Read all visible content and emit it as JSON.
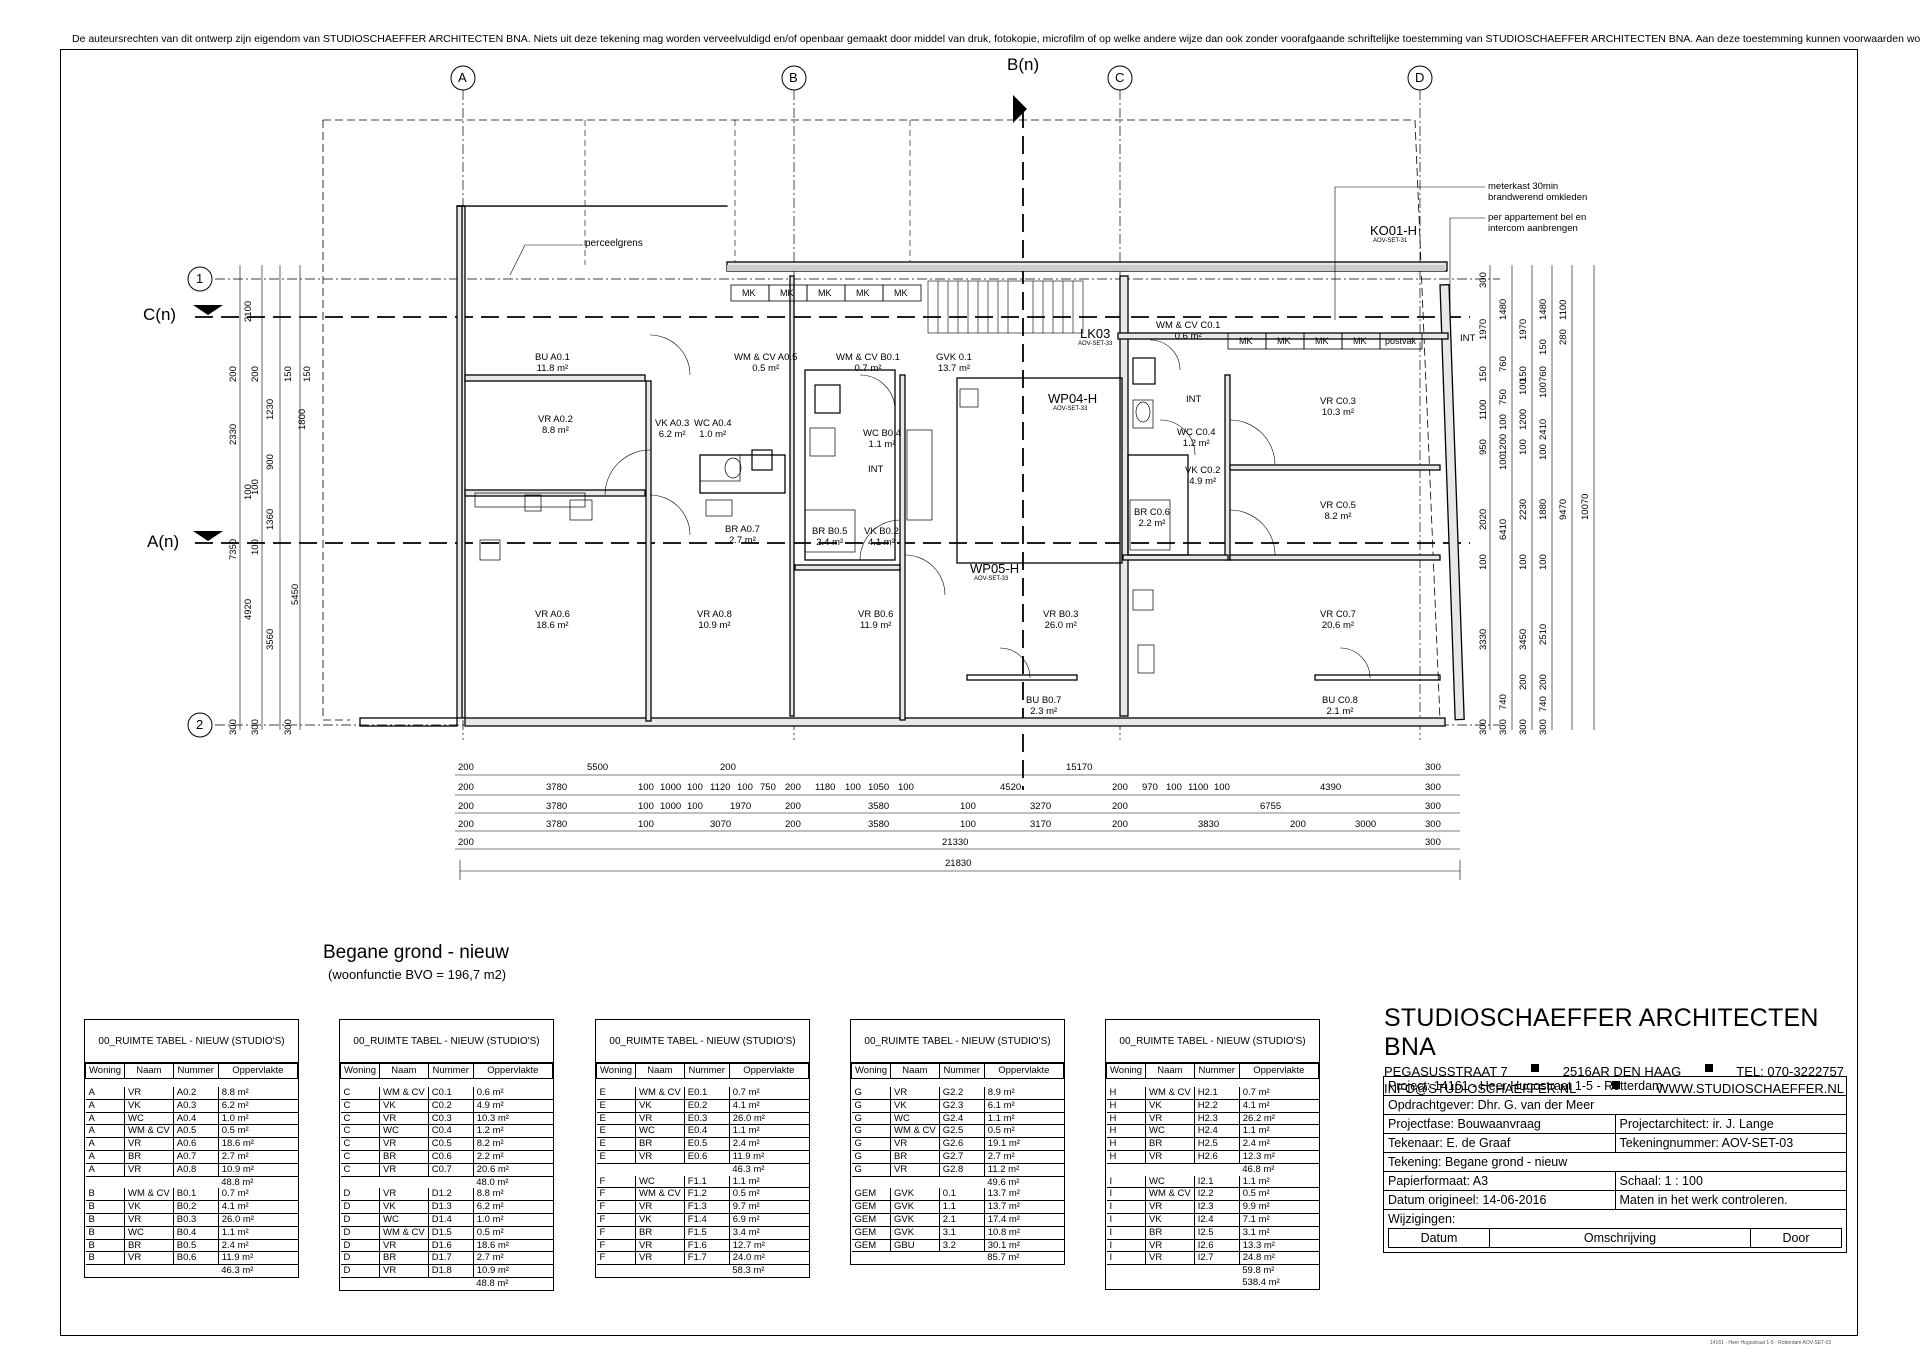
{
  "copyright": "De auteursrechten van dit ontwerp zijn eigendom van STUDIOSCHAEFFER ARCHITECTEN BNA. Niets uit deze tekening mag worden verveelvuldigd en/of openbaar gemaakt door middel van druk, fotokopie, microfilm of op welke andere wijze dan ook zonder voorafgaande schriftelijke toestemming van STUDIOSCHAEFFER ARCHITECTEN BNA. Aan deze toestemming kunnen voorwaarden worden verbonden.",
  "grid_axes": {
    "a": "A",
    "b": "B",
    "c": "C",
    "d": "D",
    "one": "1",
    "two": "2"
  },
  "section_marks": {
    "bn": "B(n)",
    "cn": "C(n)",
    "an": "A(n)"
  },
  "annotations": {
    "perceelgrens": "perceelgrens",
    "meterkast1": "meterkast 30min",
    "meterkast2": "brandwerend omkleden",
    "bel1": "per appartement bel en",
    "bel2": "intercom aanbrengen",
    "int": "INT",
    "mk": "MK",
    "postvak": "postvak"
  },
  "details": [
    {
      "id": "KO01-H",
      "ref": "AOV-SET-31"
    },
    {
      "id": "LK03",
      "ref": "AOV-SET-33"
    },
    {
      "id": "WP04-H",
      "ref": "AOV-SET-33"
    },
    {
      "id": "WP05-H",
      "ref": "AOV-SET-33"
    }
  ],
  "rooms": [
    {
      "name": "BU A0.1",
      "area": "11.8 m²"
    },
    {
      "name": "VR A0.2",
      "area": "8.8 m²"
    },
    {
      "name": "VK A0.3",
      "area": "6.2 m²"
    },
    {
      "name": "WC A0.4",
      "area": "1.0 m²"
    },
    {
      "name": "WM & CV A0.5",
      "area": "0.5 m²"
    },
    {
      "name": "BR A0.7",
      "area": "2.7 m²"
    },
    {
      "name": "VR A0.6",
      "area": "18.6 m²"
    },
    {
      "name": "VR A0.8",
      "area": "10.9 m²"
    },
    {
      "name": "WM & CV B0.1",
      "area": "0.7 m²"
    },
    {
      "name": "GVK 0.1",
      "area": "13.7 m²"
    },
    {
      "name": "WC B0.4",
      "area": "1.1 m²"
    },
    {
      "name": "BR B0.5",
      "area": "2.4 m²"
    },
    {
      "name": "VK B0.2",
      "area": "4.1 m²"
    },
    {
      "name": "VR B0.6",
      "area": "11.9 m²"
    },
    {
      "name": "VR B0.3",
      "area": "26.0 m²"
    },
    {
      "name": "BU B0.7",
      "area": "2.3 m²"
    },
    {
      "name": "WM & CV C0.1",
      "area": "0.6 m²"
    },
    {
      "name": "VR C0.3",
      "area": "10.3 m²"
    },
    {
      "name": "WC C0.4",
      "area": "1.2 m²"
    },
    {
      "name": "VK C0.2",
      "area": "4.9 m²"
    },
    {
      "name": "VR C0.5",
      "area": "8.2 m²"
    },
    {
      "name": "BR C0.6",
      "area": "2.2 m²"
    },
    {
      "name": "VR C0.7",
      "area": "20.6 m²"
    },
    {
      "name": "BU C0.8",
      "area": "2.1 m²"
    }
  ],
  "dimensions": {
    "row1": [
      "200",
      "5500",
      "200",
      "15170",
      "300"
    ],
    "row2": [
      "200",
      "3780",
      "100",
      "1000",
      "100",
      "1120",
      "100",
      "750",
      "200",
      "1180",
      "100",
      "1050",
      "100",
      "4520",
      "200",
      "970",
      "100",
      "1100",
      "100",
      "4390",
      "300"
    ],
    "row3": [
      "200",
      "3780",
      "100",
      "1000",
      "100",
      "1970",
      "200",
      "3580",
      "100",
      "3270",
      "200",
      "6755",
      "300"
    ],
    "row4": [
      "200",
      "3780",
      "100",
      "3070",
      "200",
      "3580",
      "100",
      "3170",
      "200",
      "3830",
      "200",
      "3000",
      "300"
    ],
    "row5": [
      "200",
      "21330",
      "300"
    ],
    "row6": [
      "21830"
    ],
    "left_col1": [
      "2100",
      "200",
      "2330",
      "100",
      "7350",
      "4920",
      "300"
    ],
    "left_col2": [
      "200",
      "1230",
      "900",
      "100",
      "1360",
      "100",
      "3560",
      "300"
    ],
    "left_col3": [
      "150",
      "1800",
      "5450",
      "300"
    ],
    "left_col4": [
      "150"
    ],
    "right_col1": [
      "300",
      "1970",
      "150",
      "1100",
      "950",
      "2020",
      "100",
      "3330",
      "300"
    ],
    "right_col2": [
      "1480",
      "760",
      "750",
      "100",
      "1200",
      "100",
      "6410",
      "740",
      "300"
    ],
    "right_col3": [
      "1970",
      "150",
      "100",
      "1200",
      "100",
      "2230",
      "100",
      "3450",
      "200",
      "300"
    ],
    "right_col4": [
      "1480",
      "150",
      "760",
      "100",
      "2410",
      "100",
      "1880",
      "100",
      "2510",
      "200",
      "740",
      "300"
    ],
    "right_col5": [
      "1100",
      "280",
      "9470"
    ],
    "right_col6": [
      "10070"
    ]
  },
  "sheet": {
    "title": "Begane grond - nieuw",
    "subtitle": "(woonfunctie BVO = 196,7 m2)"
  },
  "room_tables": [
    {
      "title": "00_RUIMTE TABEL - NIEUW (STUDIO'S)",
      "headers": [
        "Woning",
        "Naam",
        "Nummer",
        "Oppervlakte"
      ],
      "groups": [
        {
          "rows": [
            [
              "A",
              "VR",
              "A0.2",
              "8.8 m²"
            ],
            [
              "A",
              "VK",
              "A0.3",
              "6.2 m²"
            ],
            [
              "A",
              "WC",
              "A0.4",
              "1.0 m²"
            ],
            [
              "A",
              "WM & CV",
              "A0.5",
              "0.5 m²"
            ],
            [
              "A",
              "VR",
              "A0.6",
              "18.6 m²"
            ],
            [
              "A",
              "BR",
              "A0.7",
              "2.7 m²"
            ],
            [
              "A",
              "VR",
              "A0.8",
              "10.9 m²"
            ]
          ],
          "total": "48.8 m²"
        },
        {
          "rows": [
            [
              "B",
              "WM & CV",
              "B0.1",
              "0.7 m²"
            ],
            [
              "B",
              "VK",
              "B0.2",
              "4.1 m²"
            ],
            [
              "B",
              "VR",
              "B0.3",
              "26.0 m²"
            ],
            [
              "B",
              "WC",
              "B0.4",
              "1.1 m²"
            ],
            [
              "B",
              "BR",
              "B0.5",
              "2.4 m²"
            ],
            [
              "B",
              "VR",
              "B0.6",
              "11.9 m²"
            ]
          ],
          "total": "46.3 m²"
        }
      ]
    },
    {
      "title": "00_RUIMTE TABEL - NIEUW (STUDIO'S)",
      "headers": [
        "Woning",
        "Naam",
        "Nummer",
        "Oppervlakte"
      ],
      "groups": [
        {
          "rows": [
            [
              "C",
              "WM & CV",
              "C0.1",
              "0.6 m²"
            ],
            [
              "C",
              "VK",
              "C0.2",
              "4.9 m²"
            ],
            [
              "C",
              "VR",
              "C0.3",
              "10.3 m²"
            ],
            [
              "C",
              "WC",
              "C0.4",
              "1.2 m²"
            ],
            [
              "C",
              "VR",
              "C0.5",
              "8.2 m²"
            ],
            [
              "C",
              "BR",
              "C0.6",
              "2.2 m²"
            ],
            [
              "C",
              "VR",
              "C0.7",
              "20.6 m²"
            ]
          ],
          "total": "48.0 m²"
        },
        {
          "rows": [
            [
              "D",
              "VR",
              "D1.2",
              "8.8 m²"
            ],
            [
              "D",
              "VK",
              "D1.3",
              "6.2 m²"
            ],
            [
              "D",
              "WC",
              "D1.4",
              "1.0 m²"
            ],
            [
              "D",
              "WM & CV",
              "D1.5",
              "0.5 m²"
            ],
            [
              "D",
              "VR",
              "D1.6",
              "18.6 m²"
            ],
            [
              "D",
              "BR",
              "D1.7",
              "2.7 m²"
            ],
            [
              "D",
              "VR",
              "D1.8",
              "10.9 m²"
            ]
          ],
          "total": "48.8 m²"
        }
      ]
    },
    {
      "title": "00_RUIMTE TABEL - NIEUW (STUDIO'S)",
      "headers": [
        "Woning",
        "Naam",
        "Nummer",
        "Oppervlakte"
      ],
      "groups": [
        {
          "rows": [
            [
              "E",
              "WM & CV",
              "E0.1",
              "0.7 m²"
            ],
            [
              "E",
              "VK",
              "E0.2",
              "4.1 m²"
            ],
            [
              "E",
              "VR",
              "E0.3",
              "26.0 m²"
            ],
            [
              "E",
              "WC",
              "E0.4",
              "1.1 m²"
            ],
            [
              "E",
              "BR",
              "E0.5",
              "2.4 m²"
            ],
            [
              "E",
              "VR",
              "E0.6",
              "11.9 m²"
            ]
          ],
          "total": "46.3 m²"
        },
        {
          "rows": [
            [
              "F",
              "WC",
              "F1.1",
              "1.1 m²"
            ],
            [
              "F",
              "WM & CV",
              "F1.2",
              "0.5 m²"
            ],
            [
              "F",
              "VR",
              "F1.3",
              "9.7 m²"
            ],
            [
              "F",
              "VK",
              "F1.4",
              "6.9 m²"
            ],
            [
              "F",
              "BR",
              "F1.5",
              "3.4 m²"
            ],
            [
              "F",
              "VR",
              "F1.6",
              "12.7 m²"
            ],
            [
              "F",
              "VR",
              "F1.7",
              "24.0 m²"
            ]
          ],
          "total": "58.3 m²"
        }
      ]
    },
    {
      "title": "00_RUIMTE TABEL - NIEUW (STUDIO'S)",
      "headers": [
        "Woning",
        "Naam",
        "Nummer",
        "Oppervlakte"
      ],
      "groups": [
        {
          "rows": [
            [
              "G",
              "VR",
              "G2.2",
              "8.9 m²"
            ],
            [
              "G",
              "VK",
              "G2.3",
              "6.1 m²"
            ],
            [
              "G",
              "WC",
              "G2.4",
              "1.1 m²"
            ],
            [
              "G",
              "WM & CV",
              "G2.5",
              "0.5 m²"
            ],
            [
              "G",
              "VR",
              "G2.6",
              "19.1 m²"
            ],
            [
              "G",
              "BR",
              "G2.7",
              "2.7 m²"
            ],
            [
              "G",
              "VR",
              "G2.8",
              "11.2 m²"
            ]
          ],
          "total": "49.6 m²"
        },
        {
          "rows": [
            [
              "GEM",
              "GVK",
              "0.1",
              "13.7 m²"
            ],
            [
              "GEM",
              "GVK",
              "1.1",
              "13.7 m²"
            ],
            [
              "GEM",
              "GVK",
              "2.1",
              "17.4 m²"
            ],
            [
              "GEM",
              "GVK",
              "3.1",
              "10.8 m²"
            ],
            [
              "GEM",
              "GBU",
              "3.2",
              "30.1 m²"
            ]
          ],
          "total": "85.7 m²"
        }
      ]
    },
    {
      "title": "00_RUIMTE TABEL - NIEUW (STUDIO'S)",
      "headers": [
        "Woning",
        "Naam",
        "Nummer",
        "Oppervlakte"
      ],
      "groups": [
        {
          "rows": [
            [
              "H",
              "WM & CV",
              "H2.1",
              "0.7 m²"
            ],
            [
              "H",
              "VK",
              "H2.2",
              "4.1 m²"
            ],
            [
              "H",
              "VR",
              "H2.3",
              "26.2 m²"
            ],
            [
              "H",
              "WC",
              "H2.4",
              "1.1 m²"
            ],
            [
              "H",
              "BR",
              "H2.5",
              "2.4 m²"
            ],
            [
              "H",
              "VR",
              "H2.6",
              "12.3 m²"
            ]
          ],
          "total": "46.8 m²"
        },
        {
          "rows": [
            [
              "I",
              "WC",
              "I2.1",
              "1.1 m²"
            ],
            [
              "I",
              "WM & CV",
              "I2.2",
              "0.5 m²"
            ],
            [
              "I",
              "VR",
              "I2.3",
              "9.9 m²"
            ],
            [
              "I",
              "VK",
              "I2.4",
              "7.1 m²"
            ],
            [
              "I",
              "BR",
              "I2.5",
              "3.1 m²"
            ],
            [
              "I",
              "VR",
              "I2.6",
              "13.3 m²"
            ],
            [
              "I",
              "VR",
              "I2.7",
              "24.8 m²"
            ]
          ],
          "total": "59.8 m²",
          "grand_total": "538.4 m²"
        }
      ]
    }
  ],
  "firm": {
    "name": "STUDIOSCHAEFFER ARCHITECTEN BNA",
    "address": "PEGASUSSTRAAT 7",
    "city": "2516AR DEN HAAG",
    "tel": "TEL: 070-3222757",
    "email": "INFO@STUDIOSCHAEFFER.NL",
    "web": "WWW.STUDIOSCHAEFFER.NL"
  },
  "titleblock": {
    "project": "Project: 14161 - Heer Hugostraat 1-5 - Rotterdam",
    "client": "Opdrachtgever: Dhr. G. van der Meer",
    "phase": "Projectfase: Bouwaanvraag",
    "architect": "Projectarchitect: ir. J. Lange",
    "drafter": "Tekenaar: E. de Graaf",
    "drawing_no": "Tekeningnummer:  AOV-SET-03",
    "drawing": "Tekening: Begane grond - nieuw",
    "paper": "Papierformaat: A3",
    "scale": "Schaal:  1 : 100",
    "date": "Datum origineel: 14-06-2016",
    "note": "Maten in het werk controleren.",
    "changes": "Wijzigingen:",
    "col_date": "Datum",
    "col_desc": "Omschrijving",
    "col_by": "Door"
  },
  "footer_stamp": "14161 - Heer Hugostraat 1-5 - Rotterdam AOV-SET-03"
}
